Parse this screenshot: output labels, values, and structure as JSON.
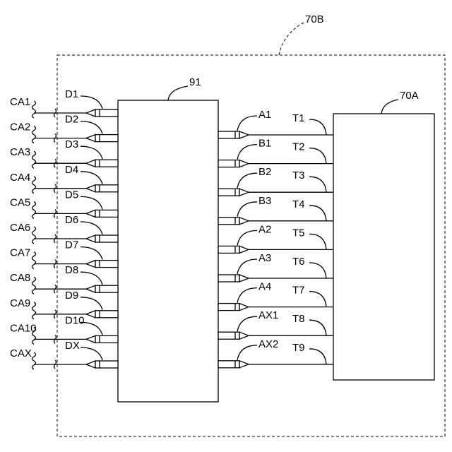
{
  "diagram": {
    "outer_label": "70B",
    "center_label": "91",
    "right_label": "70A",
    "cables": [
      "CA1",
      "CA2",
      "CA3",
      "CA4",
      "CA5",
      "CA6",
      "CA7",
      "CA8",
      "CA9",
      "CA10",
      "CAX"
    ],
    "left_connectors": [
      "D1",
      "D2",
      "D3",
      "D4",
      "D5",
      "D6",
      "D7",
      "D8",
      "D9",
      "D10",
      "DX"
    ],
    "right_connectors": [
      "A1",
      "B1",
      "B2",
      "B3",
      "A2",
      "A3",
      "A4",
      "AX1",
      "AX2"
    ],
    "terminals": [
      "T1",
      "T2",
      "T3",
      "T4",
      "T5",
      "T6",
      "T7",
      "T8",
      "T9"
    ]
  }
}
